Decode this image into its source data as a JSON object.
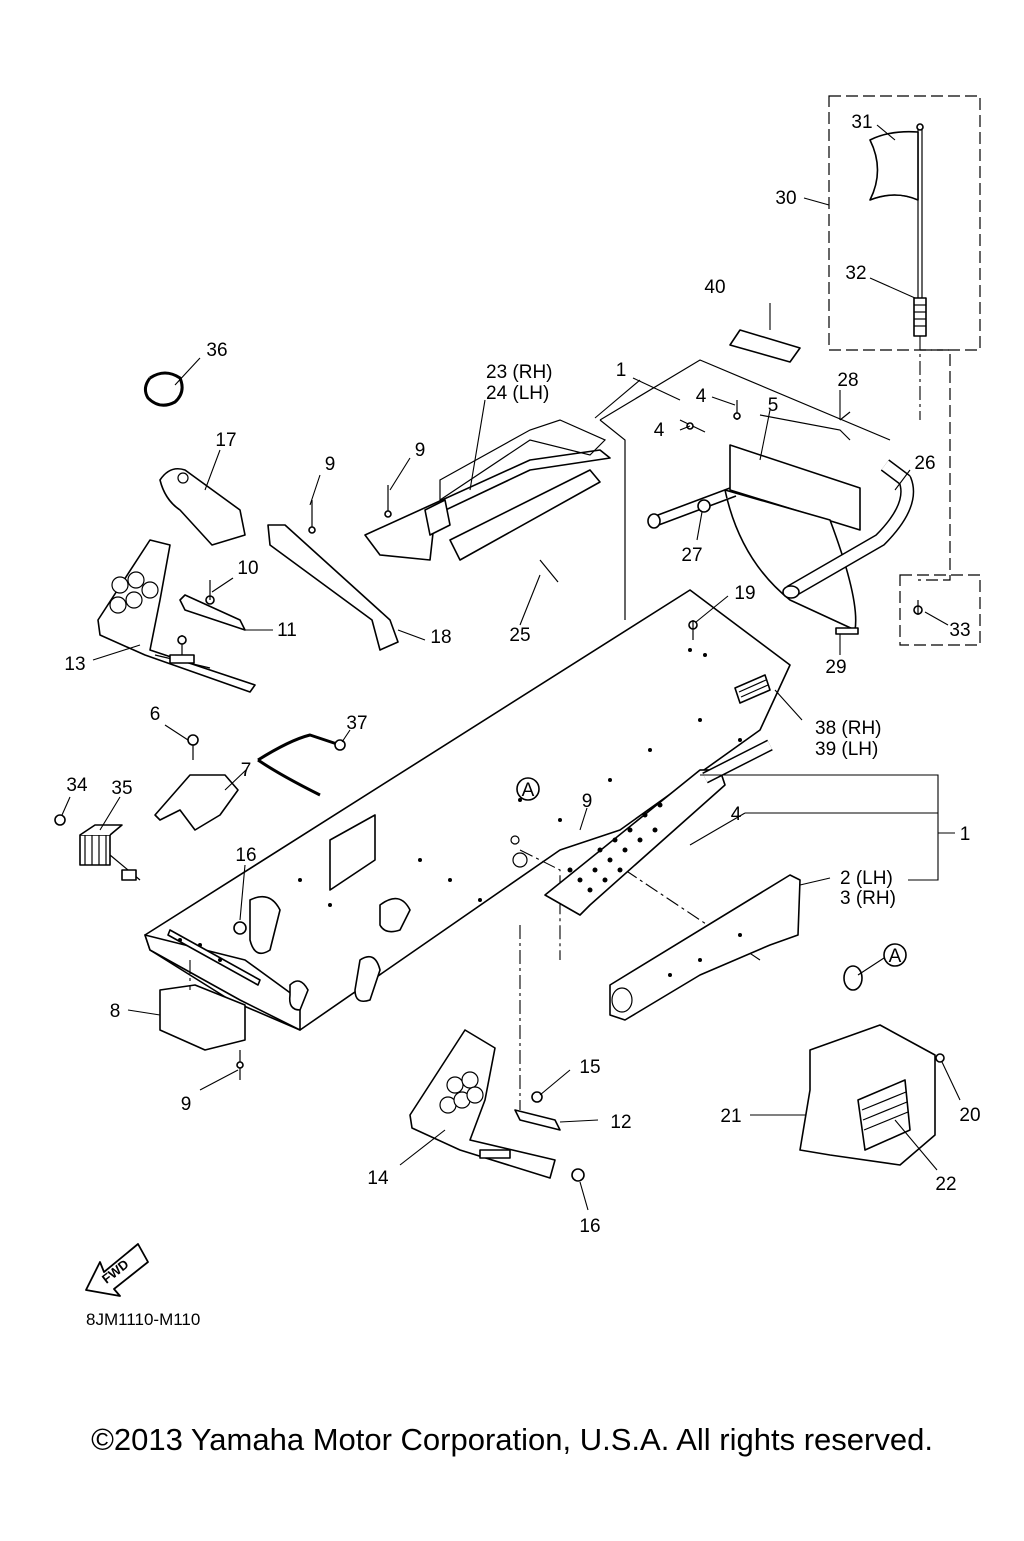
{
  "diagram": {
    "callouts": [
      {
        "id": "c1a",
        "text": "1"
      },
      {
        "id": "c1b",
        "text": "1"
      },
      {
        "id": "c2",
        "text": "2 (LH)"
      },
      {
        "id": "c3",
        "text": "3 (RH)"
      },
      {
        "id": "c4a",
        "text": "4"
      },
      {
        "id": "c4b",
        "text": "4"
      },
      {
        "id": "c4c",
        "text": "4"
      },
      {
        "id": "c5",
        "text": "5"
      },
      {
        "id": "c6",
        "text": "6"
      },
      {
        "id": "c7",
        "text": "7"
      },
      {
        "id": "c8",
        "text": "8"
      },
      {
        "id": "c9a",
        "text": "9"
      },
      {
        "id": "c9b",
        "text": "9"
      },
      {
        "id": "c9c",
        "text": "9"
      },
      {
        "id": "c9d",
        "text": "9"
      },
      {
        "id": "c10",
        "text": "10"
      },
      {
        "id": "c11",
        "text": "11"
      },
      {
        "id": "c12",
        "text": "12"
      },
      {
        "id": "c13",
        "text": "13"
      },
      {
        "id": "c14",
        "text": "14"
      },
      {
        "id": "c15",
        "text": "15"
      },
      {
        "id": "c16a",
        "text": "16"
      },
      {
        "id": "c16b",
        "text": "16"
      },
      {
        "id": "c17",
        "text": "17"
      },
      {
        "id": "c18",
        "text": "18"
      },
      {
        "id": "c19",
        "text": "19"
      },
      {
        "id": "c20",
        "text": "20"
      },
      {
        "id": "c21",
        "text": "21"
      },
      {
        "id": "c22",
        "text": "22"
      },
      {
        "id": "c23",
        "text": "23 (RH)"
      },
      {
        "id": "c24",
        "text": "24 (LH)"
      },
      {
        "id": "c25",
        "text": "25"
      },
      {
        "id": "c26",
        "text": "26"
      },
      {
        "id": "c27",
        "text": "27"
      },
      {
        "id": "c28",
        "text": "28"
      },
      {
        "id": "c29",
        "text": "29"
      },
      {
        "id": "c30",
        "text": "30"
      },
      {
        "id": "c31",
        "text": "31"
      },
      {
        "id": "c32",
        "text": "32"
      },
      {
        "id": "c33",
        "text": "33"
      },
      {
        "id": "c34",
        "text": "34"
      },
      {
        "id": "c35",
        "text": "35"
      },
      {
        "id": "c36",
        "text": "36"
      },
      {
        "id": "c37",
        "text": "37"
      },
      {
        "id": "c38",
        "text": "38 (RH)"
      },
      {
        "id": "c39",
        "text": "39 (LH)"
      },
      {
        "id": "c40",
        "text": "40"
      }
    ],
    "ref_marker": "A",
    "fwd_label": "FWD",
    "diagram_code": "8JM1110-M110",
    "copyright": "©2013 Yamaha Motor Corporation, U.S.A. All rights reserved."
  }
}
